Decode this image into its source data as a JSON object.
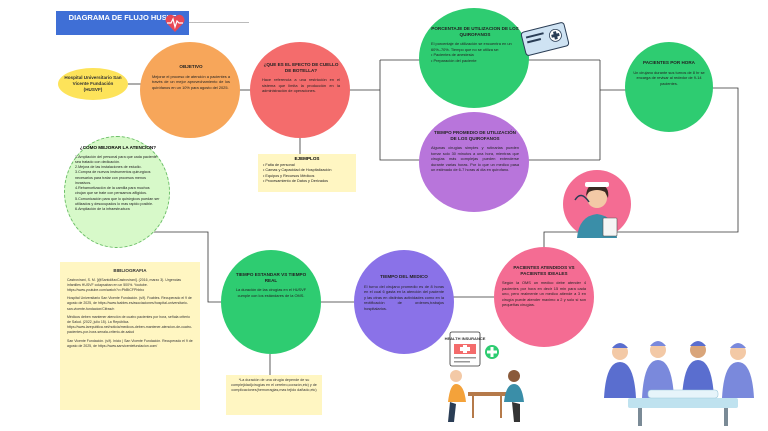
{
  "title": "DIAGRAMA DE FLUJO HUSVF",
  "hospital": "Hospital Universitario San Vicente Fundación (HUSVF)",
  "objetivo": {
    "title": "OBJETIVO",
    "text": "Mejorar el proceso de atención a pacientes a través de un mejor aprovechamiento de los quirófanos en un 10% para agosto del 2025."
  },
  "efecto": {
    "title": "¿QUE ES EL EFECTO DE CUELLO DE BOTELLA?",
    "text": "Hace referencia a una restricción en el sistema que limita la producción en la administración de operaciones."
  },
  "porcentaje": {
    "title": "PORCENTAJE DE UTILIZACION DE LOS QUIROFANOS",
    "text": "El porcentaje de utilización se encuentra en un 60%–70%. Tiempo que no se utiliza se:",
    "bullets": [
      "Pacientes de anestesia",
      "Preparación del paciente"
    ]
  },
  "pacientes_hora": {
    "title": "PACIENTES POR HORA",
    "text": "Un cirujano durante sus turnos de 8 hr se encarga de revisar al rededor de 9-14 pacientes."
  },
  "tiempo_promedio": {
    "title": "TIEMPO PROMEDIO DE UTILIZACIÓN DE LOS QUIROFANOS",
    "text": "Algunas cirugías simples y rutinarias pueden tomar solo 30 minutos a una hora, mientras que cirugías más complejas pueden extenderse durante varias horas. Por lo que un medico pasa un estimado de 6-7 horas al dia en quirofano."
  },
  "atendidos": {
    "title": "PACIENTES ATENDIDOS VS PACIENTES IDEALES",
    "text": "Según la OMS un medico debe atender 4 pacientes por hora en decir 15 min para cada uno, pero realmente un medico atiende a 3 en cirugía puede atender maximo a 2 y solo si son pequeñas cirugías."
  },
  "medico": {
    "title": "TIEMPO DEL MEDICO",
    "text": "El turno del cirujano promedio es de 8 horas en el cual 6 gasta en la atención del paciente y las otras en distintas actividades como en la rectificación de ordenes,trabajos hospitalarios."
  },
  "estandar": {
    "title": "TIEMPO ESTANDAR VS TIEMPO REAL",
    "text": "La duración de las cirugías en el HUSVF cumple con los estándares de la OMS."
  },
  "mejorar": {
    "title": "¿COMO MEJORAR LA ATENCION?",
    "items": [
      "1.Ampliación del personal para que cada paciente sea tratado con dedicación.",
      "2.Mejora de las instalaciones de estudio.",
      "3.Compra de nuevos instrumentos quirurgicos necesarios para tratar con procesos menos invasivos.",
      "4.Rehamortización de la camilla para muchos cirujan que se trate con pensamos afligidos.",
      "5.Comunicación para que lo quirúrgicos puedan ser utilizados y desocupados lo mas rapido posible.",
      "6.Ampliación de la infraestructura"
    ]
  },
  "ejemplos": {
    "title": "EJEMPLOS",
    "items": [
      "Falta de personal",
      "Camas y Capacidad de Hospitalización",
      "Equipos y Recursos Médicos",
      "Procesamiento de Datos y Derivados"
    ]
  },
  "bibliografia": {
    "title": "BIBLIOGRAFIA",
    "refs": [
      "Castrovirani, S. M. [@SantoMaxCastrovirani]. (2016, marzo 3). Urgencias infantiles HUSVF colapsaban en un 500%. Youtube. https://www.youtube.com/watch?v=PbBtCFPhbbo",
      "Hospital Universitario San Vicente Fundación. (s/f). Fcables. Recuperado el 9 de agosto de 2025, de https://www.fcables.es/asociaciones/hospital-universitario-san-vicente-fundacion/Cifras/n",
      "Médicos deben mantener atención de cuatro pacientes por hora, señala criterio de Salud. (2022, julio 15). La República. https://www.larepublica.net/noticia/medicos-deben-mantener-atencion-de-cuatro-pacientes-por-hora-senala-criterio-de-salud",
      "San Vicente Fundación. (s/f). Inicio | San Vicente Fundación. Recuperado el 9 de agosto de 2025, de https://www.sanvicentefundacion.com/"
    ]
  },
  "nota": "*La duración de una cirugía depende de su complejidad(cirugías en el cerebro,corazón,etc) y de complicaciones(hemorragias,mas tejido dañado,etc)",
  "illustrations": {
    "health_card": "HEALTH INSURANCE",
    "icons": [
      "heart-monitor-icon",
      "insurance-card-icon",
      "nurse-illustration",
      "consultation-illustration",
      "surgery-team-illustration"
    ]
  },
  "colors": {
    "title_bg": "#3f6fd6",
    "orange": "#f7a65a",
    "red": "#f46c6c",
    "green": "#2ecc71",
    "purple": "#b875db",
    "pink": "#f46c93",
    "violet": "#8a72e8",
    "yellow_note": "#fff6c2"
  }
}
